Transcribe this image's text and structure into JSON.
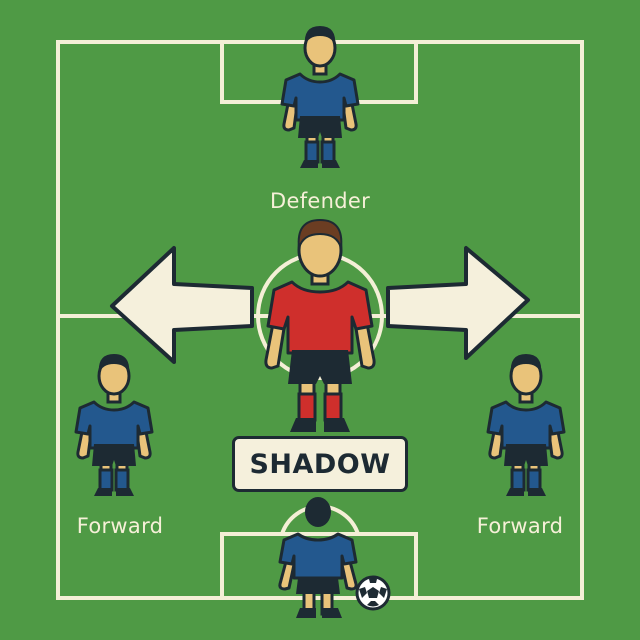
{
  "pitch": {
    "grass_color": "#4f9a45",
    "line_color": "#f4efd6"
  },
  "players": {
    "defender": {
      "label": "Defender",
      "kit_color": "#23588e"
    },
    "forward_left": {
      "label": "Forward",
      "kit_color": "#23588e"
    },
    "forward_right": {
      "label": "Forward",
      "kit_color": "#23588e"
    },
    "center": {
      "kit_color": "#cf2f2c"
    },
    "bottom_player": {
      "kit_color": "#23588e"
    }
  },
  "badge": {
    "text": "SHADOW"
  },
  "arrows": [
    "arrow-left-icon",
    "arrow-right-icon"
  ],
  "ball": "soccer-ball-icon"
}
